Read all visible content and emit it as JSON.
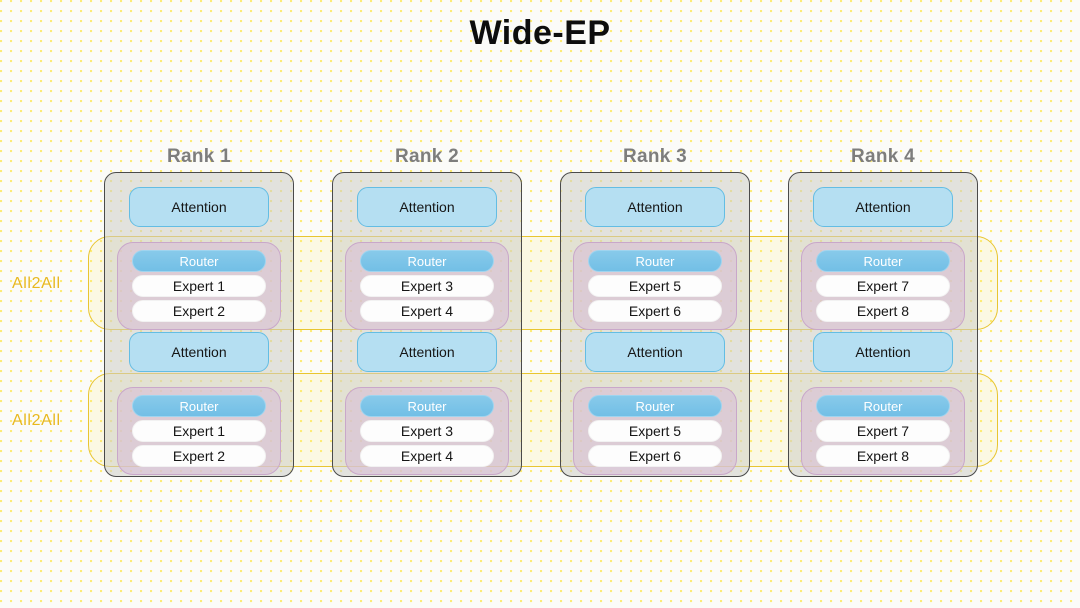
{
  "title": "Wide-EP",
  "colors": {
    "background": "#fbfbf8",
    "dot_pattern": "#ffdd00",
    "title_text": "#0d0d0d",
    "rank_label": "#7d7d7d",
    "card_border": "#4a4a4a",
    "card_fill": "#cdcdc6",
    "attention_fill": "#b5dff2",
    "attention_border": "#63bde4",
    "router_fill": "#72bfe6",
    "router_text": "#ffffff",
    "expert_fill": "#fdfdfd",
    "moe_fill": "#d8bed6",
    "moe_border": "#c9a7ca",
    "all2all_border": "#e8c531",
    "all2all_text": "#e8b81e"
  },
  "all2all_bands": [
    {
      "label": "All2All"
    },
    {
      "label": "All2All"
    }
  ],
  "ranks": [
    {
      "label": "Rank 1",
      "layers": [
        {
          "attention": "Attention",
          "router": "Router",
          "experts": [
            "Expert 1",
            "Expert 2"
          ]
        },
        {
          "attention": "Attention",
          "router": "Router",
          "experts": [
            "Expert 1",
            "Expert 2"
          ]
        }
      ]
    },
    {
      "label": "Rank 2",
      "layers": [
        {
          "attention": "Attention",
          "router": "Router",
          "experts": [
            "Expert 3",
            "Expert 4"
          ]
        },
        {
          "attention": "Attention",
          "router": "Router",
          "experts": [
            "Expert 3",
            "Expert 4"
          ]
        }
      ]
    },
    {
      "label": "Rank 3",
      "layers": [
        {
          "attention": "Attention",
          "router": "Router",
          "experts": [
            "Expert 5",
            "Expert 6"
          ]
        },
        {
          "attention": "Attention",
          "router": "Router",
          "experts": [
            "Expert 5",
            "Expert 6"
          ]
        }
      ]
    },
    {
      "label": "Rank 4",
      "layers": [
        {
          "attention": "Attention",
          "router": "Router",
          "experts": [
            "Expert 7",
            "Expert 8"
          ]
        },
        {
          "attention": "Attention",
          "router": "Router",
          "experts": [
            "Expert 7",
            "Expert 8"
          ]
        }
      ]
    }
  ]
}
